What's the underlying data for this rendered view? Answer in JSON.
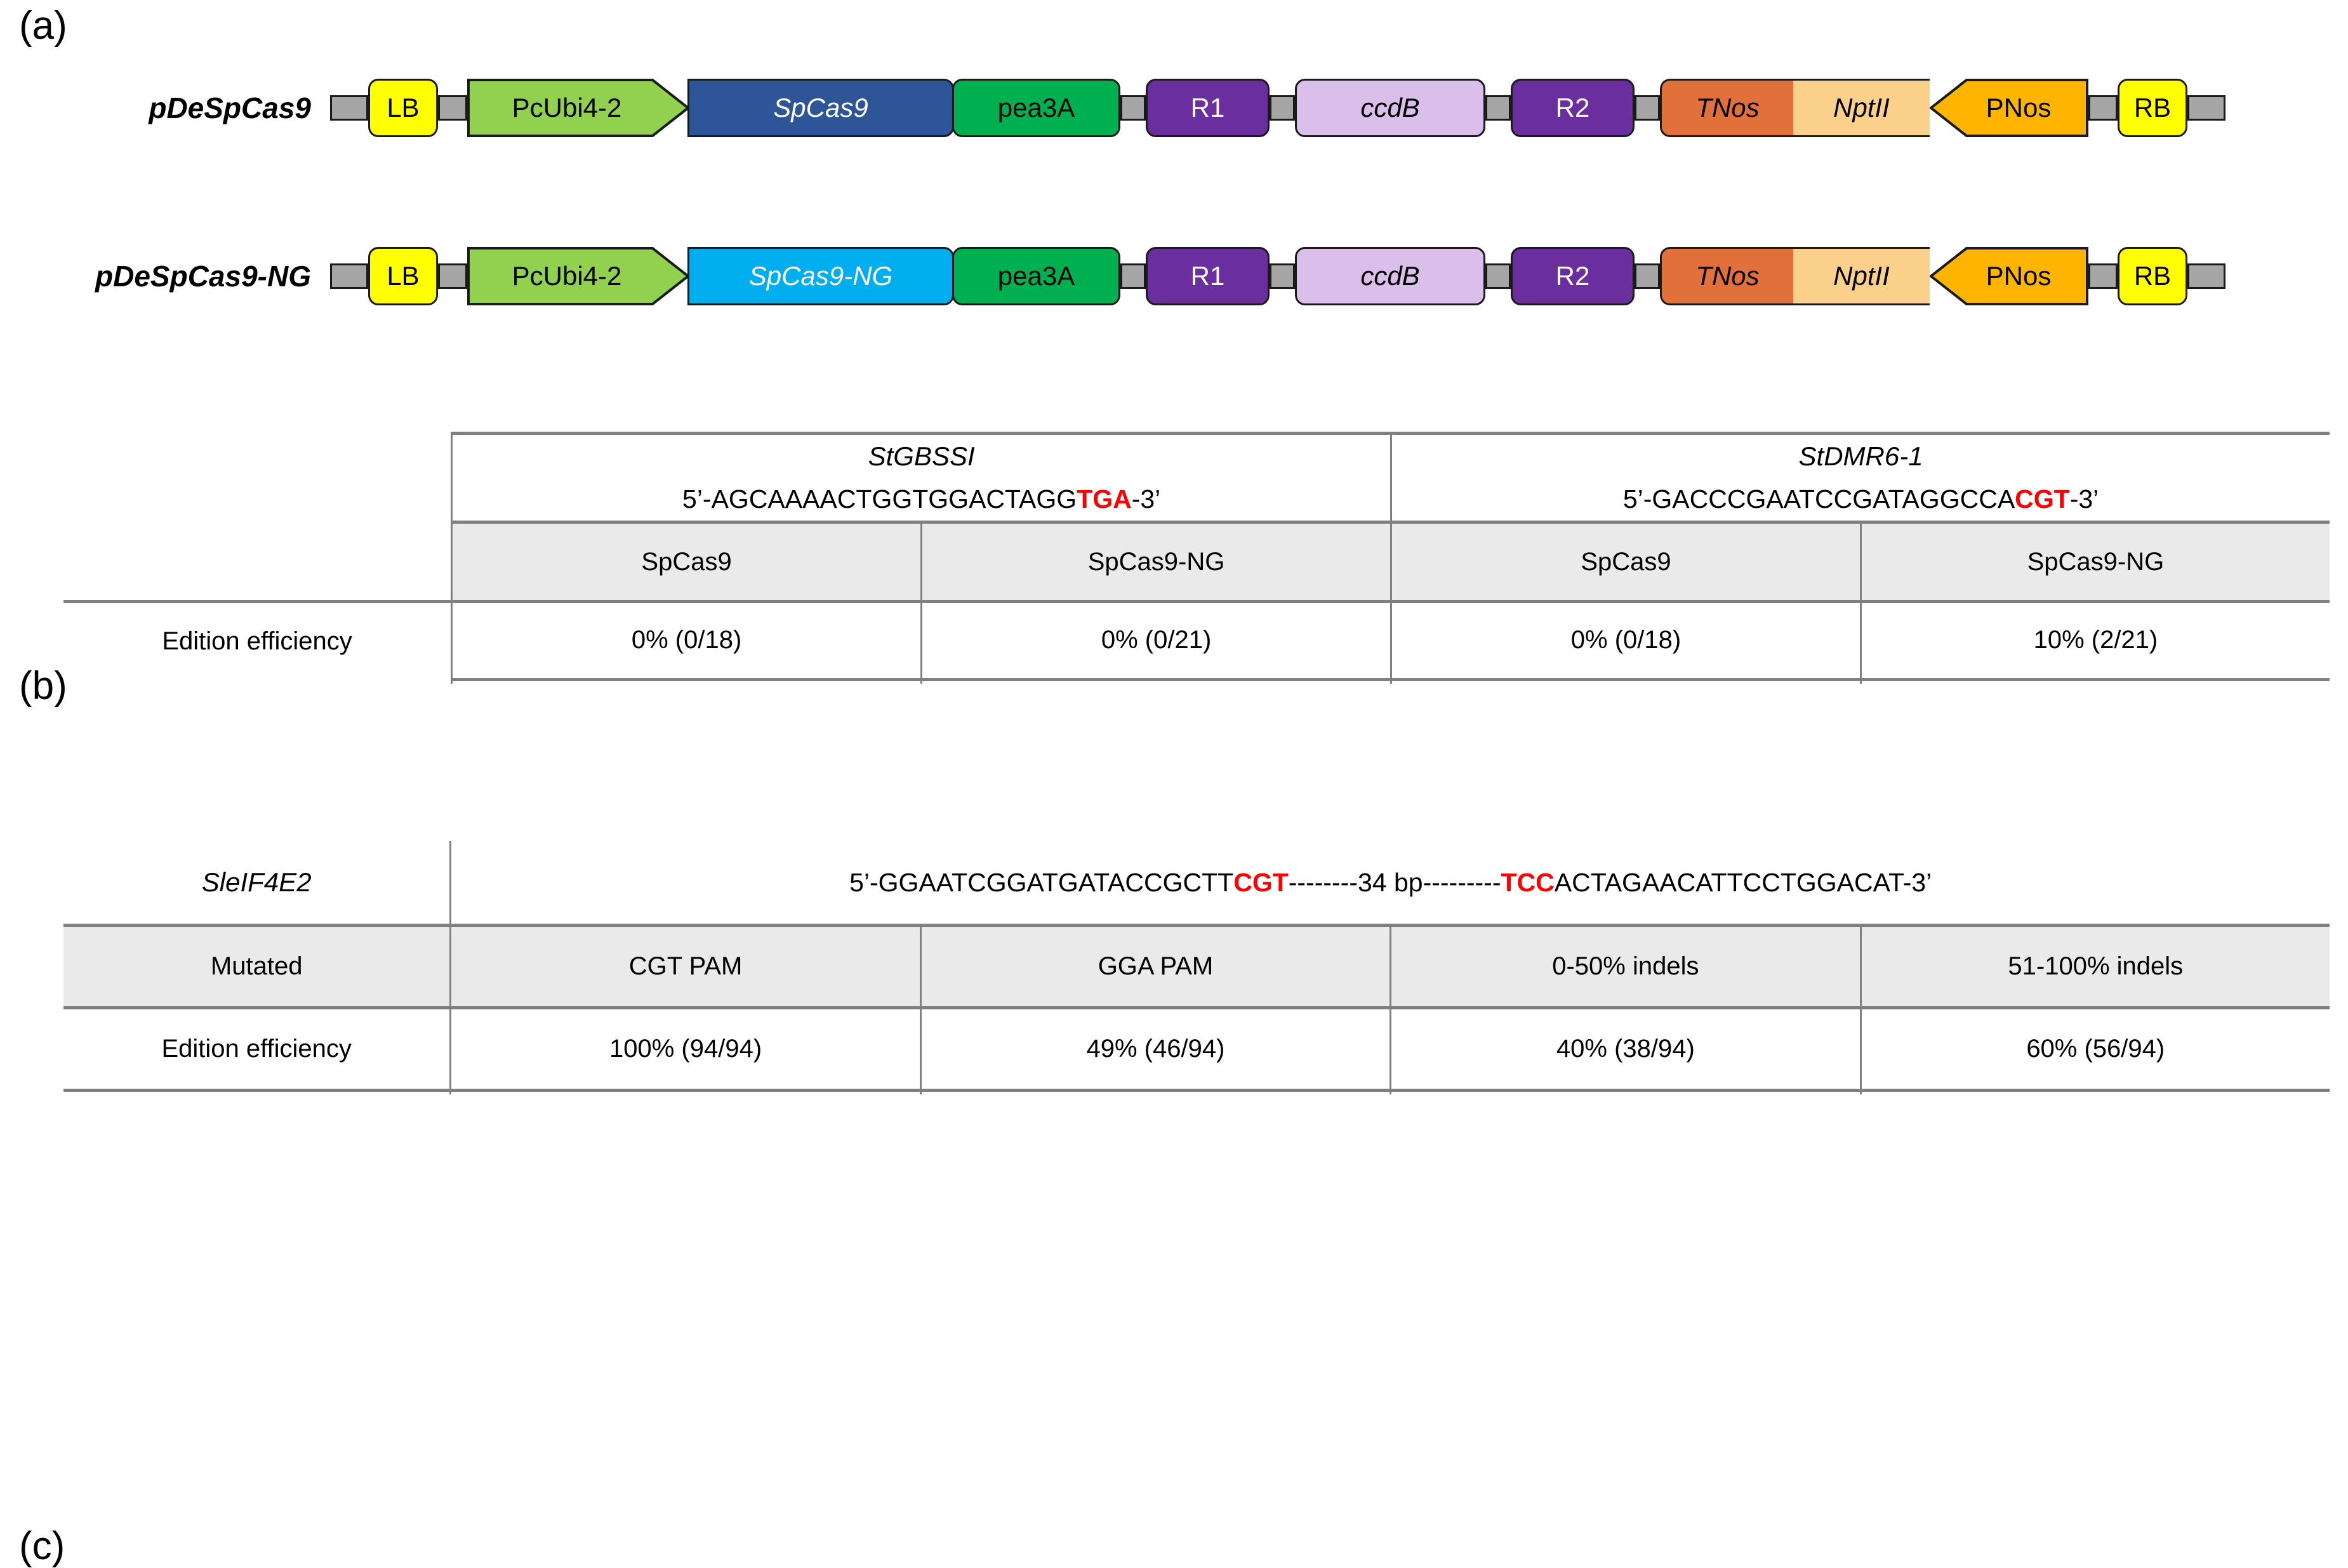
{
  "figure": {
    "panels": [
      {
        "letter": "(a)"
      },
      {
        "letter": "(b)"
      },
      {
        "letter": "(c)"
      }
    ]
  },
  "panel_a": {
    "letter": "(a)",
    "constructs": [
      {
        "name": "pDeSpCas9",
        "features": [
          {
            "label": "LB",
            "shape": "box",
            "color": "#FFFF00",
            "text_color": "#000000",
            "italic": false
          },
          {
            "label": "PcUbi4-2",
            "shape": "arrow-right",
            "color": "#92D050",
            "text_color": "#000000",
            "italic": false
          },
          {
            "label": "SpCas9",
            "shape": "box",
            "color": "#2E5597",
            "text_color": "#FFFFFF",
            "italic": true
          },
          {
            "label": "pea3A",
            "shape": "box",
            "color": "#00B050",
            "text_color": "#000000",
            "italic": false
          },
          {
            "label": "R1",
            "shape": "box",
            "color": "#6B2E9E",
            "text_color": "#FFFFFF",
            "italic": false
          },
          {
            "label": "ccdB",
            "shape": "box",
            "color": "#D9BFEA",
            "text_color": "#000000",
            "italic": true
          },
          {
            "label": "R2",
            "shape": "box",
            "color": "#6B2E9E",
            "text_color": "#FFFFFF",
            "italic": false
          },
          {
            "label": "TNos",
            "shape": "box",
            "color": "#E2703A",
            "text_color": "#000000",
            "italic": true
          },
          {
            "label": "NptII",
            "shape": "box",
            "color": "#FBD08A",
            "text_color": "#000000",
            "italic": true
          },
          {
            "label": "PNos",
            "shape": "arrow-left",
            "color": "#FFB400",
            "text_color": "#000000",
            "italic": false
          },
          {
            "label": "RB",
            "shape": "box",
            "color": "#FFFF00",
            "text_color": "#000000",
            "italic": false
          }
        ]
      },
      {
        "name": "pDeSpCas9-NG",
        "features": [
          {
            "label": "LB",
            "shape": "box",
            "color": "#FFFF00",
            "text_color": "#000000",
            "italic": false
          },
          {
            "label": "PcUbi4-2",
            "shape": "arrow-right",
            "color": "#92D050",
            "text_color": "#000000",
            "italic": false
          },
          {
            "label": "SpCas9-NG",
            "shape": "box",
            "color": "#00AEEF",
            "text_color": "#FFFFFF",
            "italic": true
          },
          {
            "label": "pea3A",
            "shape": "box",
            "color": "#00B050",
            "text_color": "#000000",
            "italic": false
          },
          {
            "label": "R1",
            "shape": "box",
            "color": "#6B2E9E",
            "text_color": "#FFFFFF",
            "italic": false
          },
          {
            "label": "ccdB",
            "shape": "box",
            "color": "#D9BFEA",
            "text_color": "#000000",
            "italic": true
          },
          {
            "label": "R2",
            "shape": "box",
            "color": "#6B2E9E",
            "text_color": "#FFFFFF",
            "italic": false
          },
          {
            "label": "TNos",
            "shape": "box",
            "color": "#E2703A",
            "text_color": "#000000",
            "italic": true
          },
          {
            "label": "NptII",
            "shape": "box",
            "color": "#FBD08A",
            "text_color": "#000000",
            "italic": true
          },
          {
            "label": "PNos",
            "shape": "arrow-left",
            "color": "#FFB400",
            "text_color": "#000000",
            "italic": false
          },
          {
            "label": "RB",
            "shape": "box",
            "color": "#FFFF00",
            "text_color": "#000000",
            "italic": false
          }
        ]
      }
    ],
    "backbone_color": "#A6A6A6"
  },
  "panel_b": {
    "letter": "(b)",
    "genes": [
      {
        "name": "StGBSSI",
        "sequence_prefix": "5’-AGCAAAACTGGTGGACTAGG",
        "sequence_pam": "TGA",
        "sequence_suffix": "-3’"
      },
      {
        "name": "StDMR6-1",
        "sequence_prefix": "5’-GACCCGAATCCGATAGGCCA",
        "sequence_pam": "CGT",
        "sequence_suffix": "-3’"
      }
    ],
    "nuclease_headers": [
      "SpCas9",
      "SpCas9-NG",
      "SpCas9",
      "SpCas9-NG"
    ],
    "row_label": "Edition efficiency",
    "values": [
      "0% (0/18)",
      "0% (0/21)",
      "0% (0/18)",
      "10% (2/21)"
    ],
    "pam_color": "#FF0000",
    "shade_color": "#EAEAEA"
  },
  "panel_c": {
    "letter": "(c)",
    "gene_name": "SleIF4E2",
    "sequence": {
      "prefix": "5’-GGAATCGGATGATACCGCTT",
      "pam1": "CGT",
      "spacer": "--------34 bp---------",
      "pam2": "TCC",
      "suffix": "ACTAGAACATTCCTGGACAT-3’"
    },
    "headers": [
      "Mutated",
      "CGT PAM",
      "GGA PAM",
      "0-50% indels",
      "51-100% indels"
    ],
    "row_label": "Edition efficiency",
    "values": [
      "100% (94/94)",
      "49% (46/94)",
      "40% (38/94)",
      "60% (56/94)"
    ],
    "pam_color": "#FF0000",
    "shade_color": "#EAEAEA"
  }
}
